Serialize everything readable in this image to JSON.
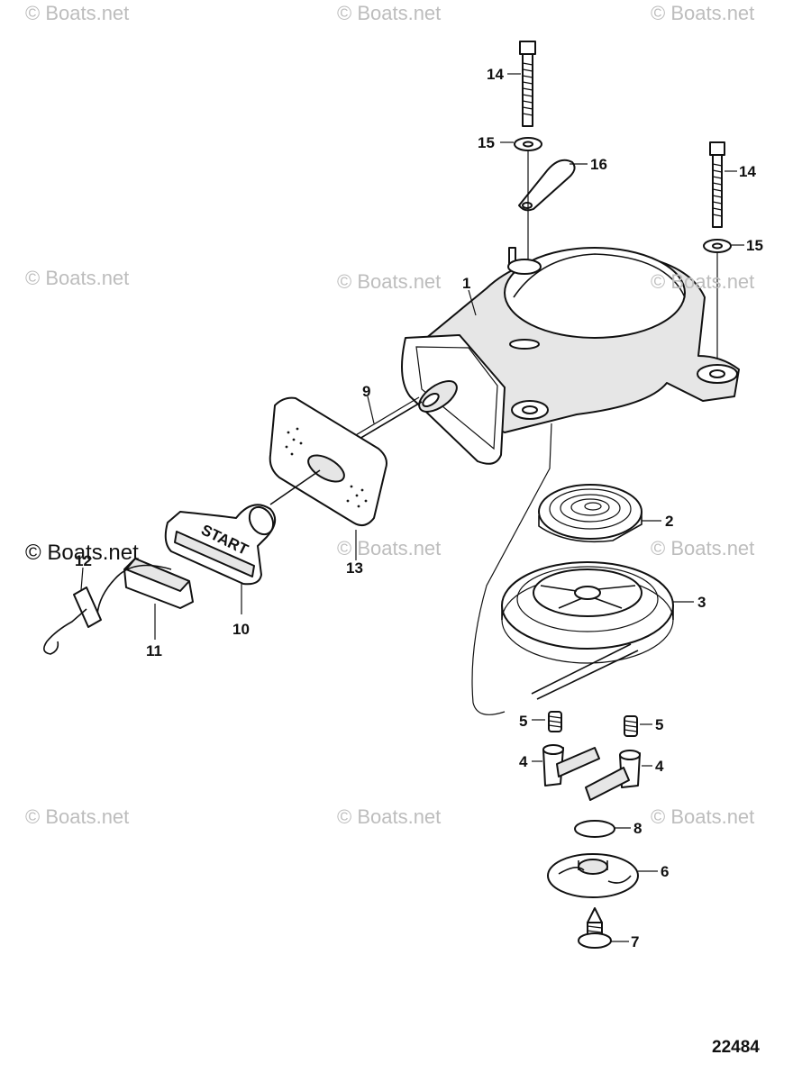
{
  "watermarks": [
    "© Boats.net",
    "© Boats.net",
    "© Boats.net",
    "© Boats.net",
    "© Boats.net",
    "© Boats.net",
    "© Boats.net",
    "© Boats.net",
    "© Boats.net",
    "© Boats.net",
    "© Boats.net",
    "© Boats.net"
  ],
  "callouts": {
    "p1": "1",
    "p2": "2",
    "p3": "3",
    "p4a": "4",
    "p4b": "4",
    "p5a": "5",
    "p5b": "5",
    "p6": "6",
    "p7": "7",
    "p8": "8",
    "p9": "9",
    "p10": "10",
    "p11": "11",
    "p12": "12",
    "p13": "13",
    "p14a": "14",
    "p14b": "14",
    "p15a": "15",
    "p15b": "15",
    "p16": "16"
  },
  "handle_text": "START",
  "drawing_number": "22484"
}
